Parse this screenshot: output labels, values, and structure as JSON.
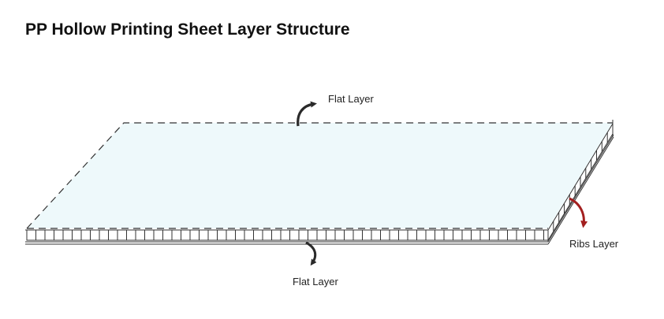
{
  "title": "PP Hollow Printing Sheet Layer Structure",
  "labels": {
    "top_flat": "Flat Layer",
    "bottom_flat": "Flat Layer",
    "ribs": "Ribs Layer"
  },
  "colors": {
    "sheet_top": "#eef9fb",
    "outline": "#333333",
    "arrow_dark": "#2a2a2a",
    "arrow_red": "#a31f1f"
  },
  "icons": {
    "top_arrow": "curved-arrow-right-icon",
    "bottom_arrow": "curved-arrow-down-icon",
    "ribs_arrow": "curved-arrow-down-right-icon"
  }
}
